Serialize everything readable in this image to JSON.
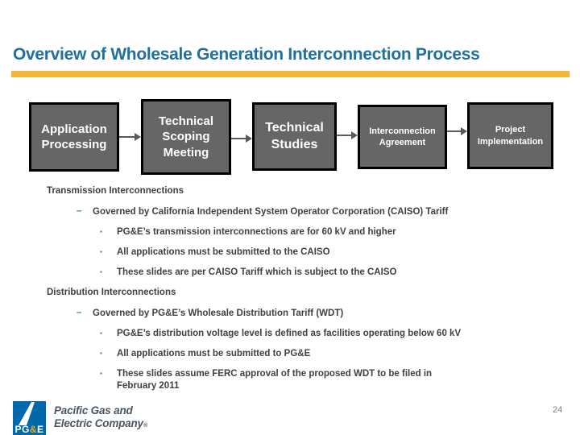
{
  "slide": {
    "title": "Overview of Wholesale Generation Interconnection Process",
    "page_number": "24"
  },
  "flowchart": {
    "steps": [
      {
        "label": "Application\nProcessing"
      },
      {
        "label": "Technical\nScoping\nMeeting"
      },
      {
        "label": "Technical\nStudies"
      },
      {
        "label": "Interconnection\nAgreement"
      },
      {
        "label": "Project\nImplementation"
      }
    ]
  },
  "content": {
    "sections": [
      {
        "heading": "Transmission Interconnections",
        "dash_marker": "–",
        "sub_text": "Governed by California Independent System Operator Corporation (CAISO) Tariff",
        "bullet_marker": "▪",
        "bullets": [
          "PG&E’s transmission interconnections are for 60 kV and higher",
          "All applications must be submitted to the CAISO",
          "These slides are per CAISO Tariff which is subject to the CAISO"
        ]
      },
      {
        "heading": "Distribution Interconnections",
        "dash_marker": "–",
        "sub_text": "Governed by PG&E’s Wholesale Distribution Tariff (WDT)",
        "bullet_marker": "▪",
        "bullets": [
          "PG&E’s distribution voltage level is defined as facilities operating below 60 kV",
          "All applications must be submitted to PG&E",
          "These slides assume FERC approval of the proposed WDT to be filed in\nFebruary 2011"
        ]
      }
    ]
  },
  "footer": {
    "logo": {
      "pg": "PG",
      "amp": "&",
      "e": "E"
    },
    "company_line1": "Pacific Gas and",
    "company_line2": "Electric Company",
    "reg_mark": "®"
  },
  "colors": {
    "title_text": "#20709F",
    "accent_bar": "#F5B53B",
    "box_fill": "#666666",
    "box_border": "#000000",
    "box_text": "#FFFFFF",
    "arrow": "#595959",
    "body_text": "#404040",
    "bullet_marker_color": "#31849B",
    "logo_blue": "#0069AA",
    "logo_amp_orange": "#F9A51A",
    "company_text": "#4A5560",
    "page_number_gray": "#7F7F7F"
  }
}
